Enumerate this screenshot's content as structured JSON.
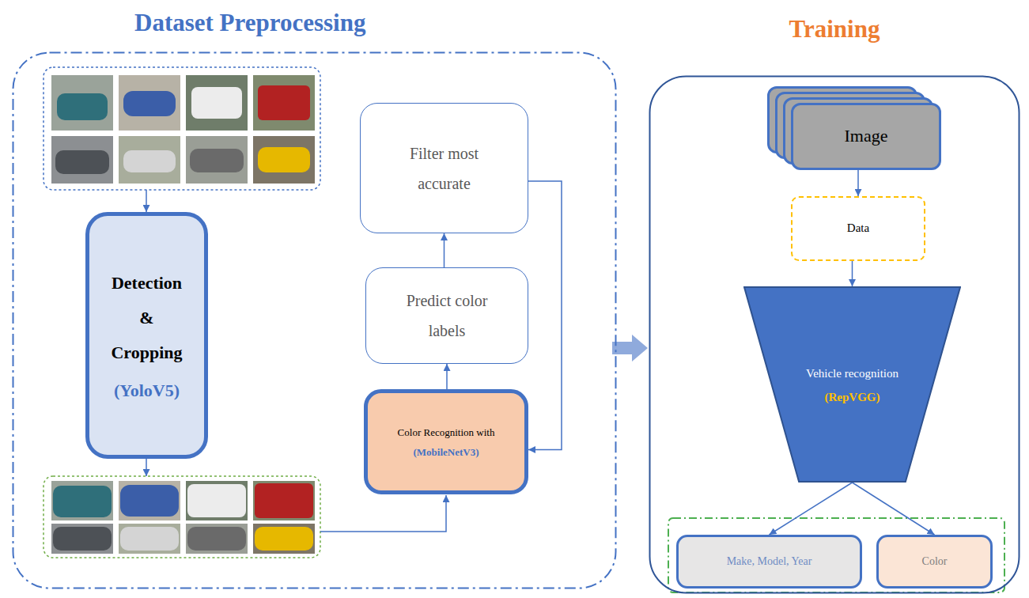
{
  "diagram": {
    "nodes": [
      {
        "text": [
          "Dataset Preprocessing"
        ]
      },
      {
        "text": [
          "Training"
        ]
      },
      {
        "text": [
          "Detection & Cropping",
          "(YoloV5)"
        ],
        "in": 0
      },
      {
        "text": [
          "Filter most accurate"
        ],
        "in": 0
      },
      {
        "text": [
          "Predict color labels"
        ],
        "in": 0
      },
      {
        "text": [
          "Color Recognition with",
          "(MobileNetV3)"
        ],
        "in": 0
      },
      {
        "text": [
          "Image"
        ],
        "in": 1
      },
      {
        "text": [
          "Data"
        ],
        "in": 1
      },
      {
        "text": [
          "Vehicle recognition",
          "(RepVGG)"
        ],
        "in": 1
      },
      {
        "text": [
          "Make, Model, Year"
        ],
        "in": 1
      },
      {
        "text": [
          "Color"
        ],
        "in": 1
      }
    ],
    "edges": [
      {
        "from": 5,
        "to": 4,
        "arrow": "to"
      },
      {
        "from": 4,
        "to": 3,
        "arrow": "to"
      },
      {
        "from": 3,
        "to": 5,
        "arrow": "to"
      },
      {
        "from": 0,
        "to": 1,
        "arrow": "to"
      },
      {
        "from": 6,
        "to": 7,
        "arrow": "to"
      },
      {
        "from": 7,
        "to": 8,
        "arrow": "to"
      },
      {
        "from": 8,
        "to": 9,
        "arrow": "to"
      },
      {
        "from": 8,
        "to": 10,
        "arrow": "to"
      }
    ]
  }
}
